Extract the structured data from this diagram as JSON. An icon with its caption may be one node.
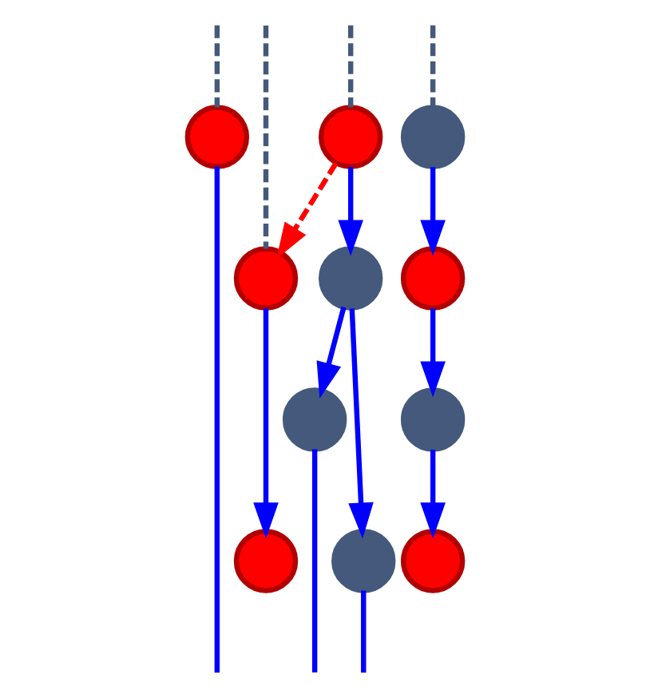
{
  "diagram": {
    "nodes": [
      {
        "text": [],
        "shape": "circle"
      },
      {
        "text": [],
        "shape": "circle"
      },
      {
        "text": [],
        "shape": "circle"
      },
      {
        "text": [],
        "shape": "circle"
      },
      {
        "text": [],
        "shape": "circle"
      },
      {
        "text": [],
        "shape": "circle"
      },
      {
        "text": [],
        "shape": "circle"
      },
      {
        "text": [],
        "shape": "circle"
      },
      {
        "text": [],
        "shape": "circle"
      },
      {
        "text": [],
        "shape": "circle"
      },
      {
        "text": [],
        "shape": "circle"
      }
    ],
    "edges": [
      {
        "from": 0,
        "to": null,
        "arrow": "none"
      },
      {
        "from": null,
        "to": 0,
        "arrow": "none",
        "style": "dashed",
        "color": "#44597b"
      },
      {
        "from": null,
        "to": 1,
        "arrow": "none",
        "style": "dashed",
        "color": "#44597b"
      },
      {
        "from": null,
        "to": 6,
        "arrow": "none",
        "style": "dashed",
        "color": "#44597b"
      },
      {
        "from": null,
        "to": 5,
        "arrow": "none",
        "style": "dashed",
        "color": "#44597b"
      },
      {
        "from": 1,
        "to": 6,
        "arrow": "to",
        "style": "dashed",
        "color": "#ff0000"
      },
      {
        "from": 1,
        "to": 2,
        "arrow": "to"
      },
      {
        "from": 2,
        "to": 3,
        "arrow": "to"
      },
      {
        "from": 2,
        "to": 4,
        "arrow": "to"
      },
      {
        "from": 3,
        "to": null,
        "arrow": "none"
      },
      {
        "from": 4,
        "to": null,
        "arrow": "none"
      },
      {
        "from": 5,
        "to": 7,
        "arrow": "to"
      },
      {
        "from": 7,
        "to": 8,
        "arrow": "to"
      },
      {
        "from": 6,
        "to": 9,
        "arrow": "to"
      },
      {
        "from": 8,
        "to": 10,
        "arrow": "to"
      }
    ]
  }
}
